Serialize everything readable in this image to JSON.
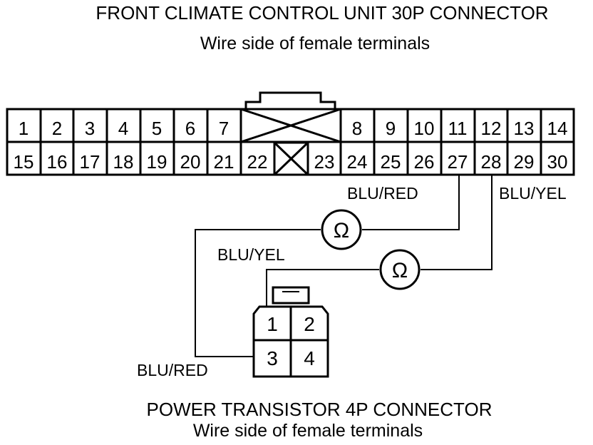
{
  "top_connector": {
    "title": "FRONT CLIMATE CONTROL UNIT 30P CONNECTOR",
    "subtitle": "Wire side of female terminals",
    "row1": [
      "1",
      "2",
      "3",
      "4",
      "5",
      "6",
      "7",
      "8",
      "9",
      "10",
      "11",
      "12",
      "13",
      "14"
    ],
    "row2": [
      "15",
      "16",
      "17",
      "18",
      "19",
      "20",
      "21",
      "22",
      "23",
      "24",
      "25",
      "26",
      "27",
      "28",
      "29",
      "30"
    ]
  },
  "bottom_connector": {
    "title": "POWER TRANSISTOR 4P CONNECTOR",
    "subtitle": "Wire side of female terminals",
    "pins": [
      "1",
      "2",
      "3",
      "4"
    ]
  },
  "wire_labels": {
    "pin27": "BLU/RED",
    "pin28": "BLU/YEL",
    "pin1": "BLU/YEL",
    "pin3": "BLU/RED"
  },
  "meters": {
    "symbol": "Ω",
    "icon": "ohmmeter-icon"
  }
}
